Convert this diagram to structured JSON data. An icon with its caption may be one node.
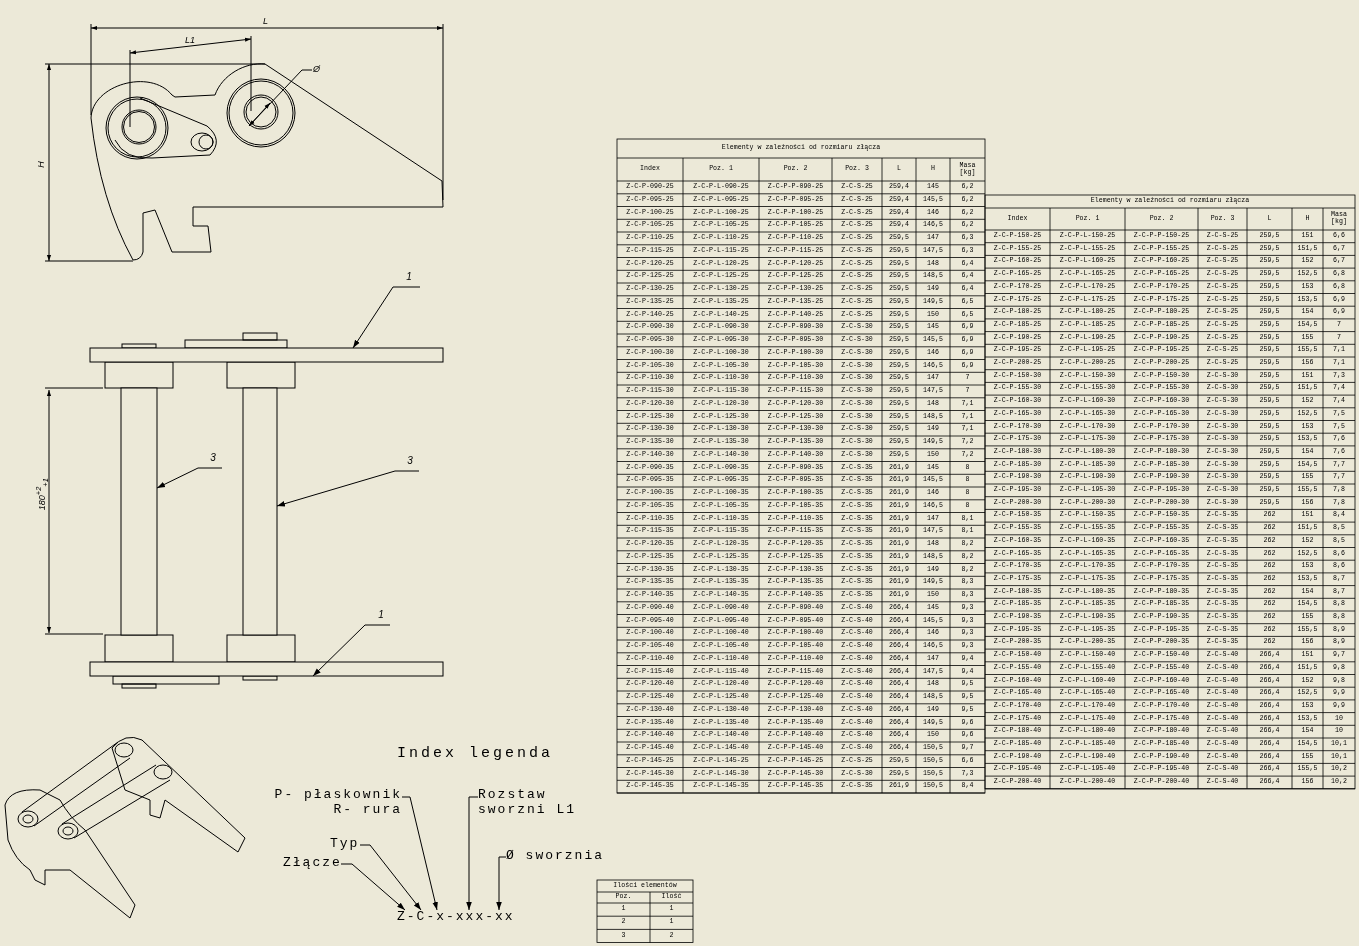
{
  "diagram": {
    "nodes": [
      {
        "text": [
          "Złącze"
        ]
      },
      {
        "text": [
          "Typ"
        ]
      },
      {
        "text": [
          "P- płaskownik R- rura"
        ]
      },
      {
        "text": [
          "Rozstaw sworzni L1"
        ]
      },
      {
        "text": [
          "Ø sworznia"
        ]
      },
      {
        "text": [
          "Z-C-x-xxx-xx"
        ]
      },
      {
        "text": [
          "1"
        ]
      },
      {
        "text": [],
        "shape": "bar"
      },
      {
        "text": [
          "3"
        ]
      },
      {
        "text": [],
        "shape": "bar"
      },
      {
        "text": [
          "3"
        ]
      },
      {
        "text": [],
        "shape": "bar"
      },
      {
        "text": [
          "1"
        ]
      },
      {
        "text": [],
        "shape": "bar"
      }
    ],
    "edges": [
      {
        "from": 0,
        "to": 5,
        "arrow": "to"
      },
      {
        "from": 1,
        "to": 5,
        "arrow": "to"
      },
      {
        "from": 2,
        "to": 5,
        "arrow": "to"
      },
      {
        "from": 3,
        "to": 5,
        "arrow": "to"
      },
      {
        "from": 4,
        "to": 5,
        "arrow": "to"
      },
      {
        "from": 6,
        "to": 7,
        "arrow": "to"
      },
      {
        "from": 8,
        "to": 9,
        "arrow": "to"
      },
      {
        "from": 10,
        "to": 11,
        "arrow": "to"
      },
      {
        "from": 12,
        "to": 13,
        "arrow": "to"
      }
    ],
    "labels": [
      "L",
      "L1",
      "Ø",
      "H",
      "180$^{+2}$$_{+1}$",
      "Index legenda",
      "Elementy w zależności od rozmiaru złącza",
      "Index",
      "Poz. 1",
      "Poz. 2",
      "Poz. 3",
      "L",
      "H",
      "Masa [kg]",
      "Z-C-P-090-25",
      "Z-C-P-L-090-25",
      "Z-C-P-P-090-25",
      "Z-C-S-25",
      "259,4",
      "145",
      "6,2",
      "Z-C-P-095-25",
      "Z-C-P-L-095-25",
      "Z-C-P-P-095-25",
      "Z-C-S-25",
      "259,4",
      "145,5",
      "6,2",
      "Z-C-P-100-25",
      "Z-C-P-L-100-25",
      "Z-C-P-P-100-25",
      "Z-C-S-25",
      "259,4",
      "146",
      "6,2",
      "Z-C-P-105-25",
      "Z-C-P-L-105-25",
      "Z-C-P-P-105-25",
      "Z-C-S-25",
      "259,4",
      "146,5",
      "6,2",
      "Z-C-P-110-25",
      "Z-C-P-L-110-25",
      "Z-C-P-P-110-25",
      "Z-C-S-25",
      "259,5",
      "147",
      "6,3",
      "Z-C-P-115-25",
      "Z-C-P-L-115-25",
      "Z-C-P-P-115-25",
      "Z-C-S-25",
      "259,5",
      "147,5",
      "6,3",
      "Z-C-P-120-25",
      "Z-C-P-L-120-25",
      "Z-C-P-P-120-25",
      "Z-C-S-25",
      "259,5",
      "148",
      "6,4",
      "Z-C-P-125-25",
      "Z-C-P-L-125-25",
      "Z-C-P-P-125-25",
      "Z-C-S-25",
      "259,5",
      "148,5",
      "6,4",
      "Z-C-P-130-25",
      "Z-C-P-L-130-25",
      "Z-C-P-P-130-25",
      "Z-C-S-25",
      "259,5",
      "149",
      "6,4",
      "Z-C-P-135-25",
      "Z-C-P-L-135-25",
      "Z-C-P-P-135-25",
      "Z-C-S-25",
      "259,5",
      "149,5",
      "6,5",
      "Z-C-P-140-25",
      "Z-C-P-L-140-25",
      "Z-C-P-P-140-25",
      "Z-C-S-25",
      "259,5",
      "150",
      "6,5",
      "Z-C-P-090-30",
      "Z-C-P-L-090-30",
      "Z-C-P-P-090-30",
      "Z-C-S-30",
      "259,5",
      "145",
      "6,9",
      "Z-C-P-095-30",
      "Z-C-P-L-095-30",
      "Z-C-P-P-095-30",
      "Z-C-S-30",
      "259,5",
      "145,5",
      "6,9",
      "Z-C-P-100-30",
      "Z-C-P-L-100-30",
      "Z-C-P-P-100-30",
      "Z-C-S-30",
      "259,5",
      "146",
      "6,9",
      "Z-C-P-105-30",
      "Z-C-P-L-105-30",
      "Z-C-P-P-105-30",
      "Z-C-S-30",
      "259,5",
      "146,5",
      "6,9",
      "Z-C-P-110-30",
      "Z-C-P-L-110-30",
      "Z-C-P-P-110-30",
      "Z-C-S-30",
      "259,5",
      "147",
      "7",
      "Z-C-P-115-30",
      "Z-C-P-L-115-30",
      "Z-C-P-P-115-30",
      "Z-C-S-30",
      "259,5",
      "147,5",
      "7",
      "Z-C-P-120-30",
      "Z-C-P-L-120-30",
      "Z-C-P-P-120-30",
      "Z-C-S-30",
      "259,5",
      "148",
      "7,1",
      "Z-C-P-125-30",
      "Z-C-P-L-125-30",
      "Z-C-P-P-125-30",
      "Z-C-S-30",
      "259,5",
      "148,5",
      "7,1",
      "Z-C-P-130-30",
      "Z-C-P-L-130-30",
      "Z-C-P-P-130-30",
      "Z-C-S-30",
      "259,5",
      "149",
      "7,1",
      "Z-C-P-135-30",
      "Z-C-P-L-135-30",
      "Z-C-P-P-135-30",
      "Z-C-S-30",
      "259,5",
      "149,5",
      "7,2",
      "Z-C-P-140-30",
      "Z-C-P-L-140-30",
      "Z-C-P-P-140-30",
      "Z-C-S-30",
      "259,5",
      "150",
      "7,2",
      "Z-C-P-090-35",
      "Z-C-P-L-090-35",
      "Z-C-P-P-090-35",
      "Z-C-S-35",
      "261,9",
      "145",
      "8",
      "Z-C-P-095-35",
      "Z-C-P-L-095-35",
      "Z-C-P-P-095-35",
      "Z-C-S-35",
      "261,9",
      "145,5",
      "8",
      "Z-C-P-100-35",
      "Z-C-P-L-100-35",
      "Z-C-P-P-100-35",
      "Z-C-S-35",
      "261,9",
      "146",
      "8",
      "Z-C-P-105-35",
      "Z-C-P-L-105-35",
      "Z-C-P-P-105-35",
      "Z-C-S-35",
      "261,9",
      "146,5",
      "8",
      "Z-C-P-110-35",
      "Z-C-P-L-110-35",
      "Z-C-P-P-110-35",
      "Z-C-S-35",
      "261,9",
      "147",
      "8,1",
      "Z-C-P-115-35",
      "Z-C-P-L-115-35",
      "Z-C-P-P-115-35",
      "Z-C-S-35",
      "261,9",
      "147,5",
      "8,1",
      "Z-C-P-120-35",
      "Z-C-P-L-120-35",
      "Z-C-P-P-120-35",
      "Z-C-S-35",
      "261,9",
      "148",
      "8,2",
      "Z-C-P-125-35",
      "Z-C-P-L-125-35",
      "Z-C-P-P-125-35",
      "Z-C-S-35",
      "261,9",
      "148,5",
      "8,2",
      "Z-C-P-130-35",
      "Z-C-P-L-130-35",
      "Z-C-P-P-130-35",
      "Z-C-S-35",
      "261,9",
      "149",
      "8,2",
      "Z-C-P-135-35",
      "Z-C-P-L-135-35",
      "Z-C-P-P-135-35",
      "Z-C-S-35",
      "261,9",
      "149,5",
      "8,3",
      "Z-C-P-140-35",
      "Z-C-P-L-140-35",
      "Z-C-P-P-140-35",
      "Z-C-S-35",
      "261,9",
      "150",
      "8,3",
      "Z-C-P-090-40",
      "Z-C-P-L-090-40",
      "Z-C-P-P-090-40",
      "Z-C-S-40",
      "266,4",
      "145",
      "9,3",
      "Z-C-P-095-40",
      "Z-C-P-L-095-40",
      "Z-C-P-P-095-40",
      "Z-C-S-40",
      "266,4",
      "145,5",
      "9,3",
      "Z-C-P-100-40",
      "Z-C-P-L-100-40",
      "Z-C-P-P-100-40",
      "Z-C-S-40",
      "266,4",
      "146",
      "9,3",
      "Z-C-P-105-40",
      "Z-C-P-L-105-40",
      "Z-C-P-P-105-40",
      "Z-C-S-40",
      "266,4",
      "146,5",
      "9,3",
      "Z-C-P-110-40",
      "Z-C-P-L-110-40",
      "Z-C-P-P-110-40",
      "Z-C-S-40",
      "266,4",
      "147",
      "9,4",
      "Z-C-P-115-40",
      "Z-C-P-L-115-40",
      "Z-C-P-P-115-40",
      "Z-C-S-40",
      "266,4",
      "147,5",
      "9,4",
      "Z-C-P-120-40",
      "Z-C-P-L-120-40",
      "Z-C-P-P-120-40",
      "Z-C-S-40",
      "266,4",
      "148",
      "9,5",
      "Z-C-P-125-40",
      "Z-C-P-L-125-40",
      "Z-C-P-P-125-40",
      "Z-C-S-40",
      "266,4",
      "148,5",
      "9,5",
      "Z-C-P-130-40",
      "Z-C-P-L-130-40",
      "Z-C-P-P-130-40",
      "Z-C-S-40",
      "266,4",
      "149",
      "9,5",
      "Z-C-P-135-40",
      "Z-C-P-L-135-40",
      "Z-C-P-P-135-40",
      "Z-C-S-40",
      "266,4",
      "149,5",
      "9,6",
      "Z-C-P-140-40",
      "Z-C-P-L-140-40",
      "Z-C-P-P-140-40",
      "Z-C-S-40",
      "266,4",
      "150",
      "9,6",
      "Z-C-P-145-40",
      "Z-C-P-L-145-40",
      "Z-C-P-P-145-40",
      "Z-C-S-40",
      "266,4",
      "150,5",
      "9,7",
      "Z-C-P-145-25",
      "Z-C-P-L-145-25",
      "Z-C-P-P-145-25",
      "Z-C-S-25",
      "259,5",
      "150,5",
      "6,6",
      "Z-C-P-145-30",
      "Z-C-P-L-145-30",
      "Z-C-P-P-145-30",
      "Z-C-S-30",
      "259,5",
      "150,5",
      "7,3",
      "Z-C-P-145-35",
      "Z-C-P-L-145-35",
      "Z-C-P-P-145-35",
      "Z-C-S-35",
      "261,9",
      "150,5",
      "8,4",
      "Elementy w zależności od rozmiaru złącza",
      "Index",
      "Poz. 1",
      "Poz. 2",
      "Poz. 3",
      "L",
      "H",
      "Masa [kg]",
      "Z-C-P-150-25",
      "Z-C-P-L-150-25",
      "Z-C-P-P-150-25",
      "Z-C-S-25",
      "259,5",
      "151",
      "6,6",
      "Z-C-P-155-25",
      "Z-C-P-L-155-25",
      "Z-C-P-P-155-25",
      "Z-C-S-25",
      "259,5",
      "151,5",
      "6,7",
      "Z-C-P-160-25",
      "Z-C-P-L-160-25",
      "Z-C-P-P-160-25",
      "Z-C-S-25",
      "259,5",
      "152",
      "6,7",
      "Z-C-P-165-25",
      "Z-C-P-L-165-25",
      "Z-C-P-P-165-25",
      "Z-C-S-25",
      "259,5",
      "152,5",
      "6,8",
      "Z-C-P-170-25",
      "Z-C-P-L-170-25",
      "Z-C-P-P-170-25",
      "Z-C-S-25",
      "259,5",
      "153",
      "6,8",
      "Z-C-P-175-25",
      "Z-C-P-L-175-25",
      "Z-C-P-P-175-25",
      "Z-C-S-25",
      "259,5",
      "153,5",
      "6,9",
      "Z-C-P-180-25",
      "Z-C-P-L-180-25",
      "Z-C-P-P-180-25",
      "Z-C-S-25",
      "259,5",
      "154",
      "6,9",
      "Z-C-P-185-25",
      "Z-C-P-L-185-25",
      "Z-C-P-P-185-25",
      "Z-C-S-25",
      "259,5",
      "154,5",
      "7",
      "Z-C-P-190-25",
      "Z-C-P-L-190-25",
      "Z-C-P-P-190-25",
      "Z-C-S-25",
      "259,5",
      "155",
      "7",
      "Z-C-P-195-25",
      "Z-C-P-L-195-25",
      "Z-C-P-P-195-25",
      "Z-C-S-25",
      "259,5",
      "155,5",
      "7,1",
      "Z-C-P-200-25",
      "Z-C-P-L-200-25",
      "Z-C-P-P-200-25",
      "Z-C-S-25",
      "259,5",
      "156",
      "7,1",
      "Z-C-P-150-30",
      "Z-C-P-L-150-30",
      "Z-C-P-P-150-30",
      "Z-C-S-30",
      "259,5",
      "151",
      "7,3",
      "Z-C-P-155-30",
      "Z-C-P-L-155-30",
      "Z-C-P-P-155-30",
      "Z-C-S-30",
      "259,5",
      "151,5",
      "7,4",
      "Z-C-P-160-30",
      "Z-C-P-L-160-30",
      "Z-C-P-P-160-30",
      "Z-C-S-30",
      "259,5",
      "152",
      "7,4",
      "Z-C-P-165-30",
      "Z-C-P-L-165-30",
      "Z-C-P-P-165-30",
      "Z-C-S-30",
      "259,5",
      "152,5",
      "7,5",
      "Z-C-P-170-30",
      "Z-C-P-L-170-30",
      "Z-C-P-P-170-30",
      "Z-C-S-30",
      "259,5",
      "153",
      "7,5",
      "Z-C-P-175-30",
      "Z-C-P-L-175-30",
      "Z-C-P-P-175-30",
      "Z-C-S-30",
      "259,5",
      "153,5",
      "7,6",
      "Z-C-P-180-30",
      "Z-C-P-L-180-30",
      "Z-C-P-P-180-30",
      "Z-C-S-30",
      "259,5",
      "154",
      "7,6",
      "Z-C-P-185-30",
      "Z-C-P-L-185-30",
      "Z-C-P-P-185-30",
      "Z-C-S-30",
      "259,5",
      "154,5",
      "7,7",
      "Z-C-P-190-30",
      "Z-C-P-L-190-30",
      "Z-C-P-P-190-30",
      "Z-C-S-30",
      "259,5",
      "155",
      "7,7",
      "Z-C-P-195-30",
      "Z-C-P-L-195-30",
      "Z-C-P-P-195-30",
      "Z-C-S-30",
      "259,5",
      "155,5",
      "7,8",
      "Z-C-P-200-30",
      "Z-C-P-L-200-30",
      "Z-C-P-P-200-30",
      "Z-C-S-30",
      "259,5",
      "156",
      "7,8",
      "Z-C-P-150-35",
      "Z-C-P-L-150-35",
      "Z-C-P-P-150-35",
      "Z-C-S-35",
      "262",
      "151",
      "8,4",
      "Z-C-P-155-35",
      "Z-C-P-L-155-35",
      "Z-C-P-P-155-35",
      "Z-C-S-35",
      "262",
      "151,5",
      "8,5",
      "Z-C-P-160-35",
      "Z-C-P-L-160-35",
      "Z-C-P-P-160-35",
      "Z-C-S-35",
      "262",
      "152",
      "8,5",
      "Z-C-P-165-35",
      "Z-C-P-L-165-35",
      "Z-C-P-P-165-35",
      "Z-C-S-35",
      "262",
      "152,5",
      "8,6",
      "Z-C-P-170-35",
      "Z-C-P-L-170-35",
      "Z-C-P-P-170-35",
      "Z-C-S-35",
      "262",
      "153",
      "8,6",
      "Z-C-P-175-35",
      "Z-C-P-L-175-35",
      "Z-C-P-P-175-35",
      "Z-C-S-35",
      "262",
      "153,5",
      "8,7",
      "Z-C-P-180-35",
      "Z-C-P-L-180-35",
      "Z-C-P-P-180-35",
      "Z-C-S-35",
      "262",
      "154",
      "8,7",
      "Z-C-P-185-35",
      "Z-C-P-L-185-35",
      "Z-C-P-P-185-35",
      "Z-C-S-35",
      "262",
      "154,5",
      "8,8",
      "Z-C-P-190-35",
      "Z-C-P-L-190-35",
      "Z-C-P-P-190-35",
      "Z-C-S-35",
      "262",
      "155",
      "8,8",
      "Z-C-P-195-35",
      "Z-C-P-L-195-35",
      "Z-C-P-P-195-35",
      "Z-C-S-35",
      "262",
      "155,5",
      "8,9",
      "Z-C-P-200-35",
      "Z-C-P-L-200-35",
      "Z-C-P-P-200-35",
      "Z-C-S-35",
      "262",
      "156",
      "8,9",
      "Z-C-P-150-40",
      "Z-C-P-L-150-40",
      "Z-C-P-P-150-40",
      "Z-C-S-40",
      "266,4",
      "151",
      "9,7",
      "Z-C-P-155-40",
      "Z-C-P-L-155-40",
      "Z-C-P-P-155-40",
      "Z-C-S-40",
      "266,4",
      "151,5",
      "9,8",
      "Z-C-P-160-40",
      "Z-C-P-L-160-40",
      "Z-C-P-P-160-40",
      "Z-C-S-40",
      "266,4",
      "152",
      "9,8",
      "Z-C-P-165-40",
      "Z-C-P-L-165-40",
      "Z-C-P-P-165-40",
      "Z-C-S-40",
      "266,4",
      "152,5",
      "9,9",
      "Z-C-P-170-40",
      "Z-C-P-L-170-40",
      "Z-C-P-P-170-40",
      "Z-C-S-40",
      "266,4",
      "153",
      "9,9",
      "Z-C-P-175-40",
      "Z-C-P-L-175-40",
      "Z-C-P-P-175-40",
      "Z-C-S-40",
      "266,4",
      "153,5",
      "10",
      "Z-C-P-180-40",
      "Z-C-P-L-180-40",
      "Z-C-P-P-180-40",
      "Z-C-S-40",
      "266,4",
      "154",
      "10",
      "Z-C-P-185-40",
      "Z-C-P-L-185-40",
      "Z-C-P-P-185-40",
      "Z-C-S-40",
      "266,4",
      "154,5",
      "10,1",
      "Z-C-P-190-40",
      "Z-C-P-L-190-40",
      "Z-C-P-P-190-40",
      "Z-C-S-40",
      "266,4",
      "155",
      "10,1",
      "Z-C-P-195-40",
      "Z-C-P-L-195-40",
      "Z-C-P-P-195-40",
      "Z-C-S-40",
      "266,4",
      "155,5",
      "10,2",
      "Z-C-P-200-40",
      "Z-C-P-L-200-40",
      "Z-C-P-P-200-40",
      "Z-C-S-40",
      "266,4",
      "156",
      "10,2",
      "Ilości elementów",
      "Poz.",
      "Ilość",
      "1",
      "1",
      "2",
      "1",
      "3",
      "2"
    ]
  }
}
